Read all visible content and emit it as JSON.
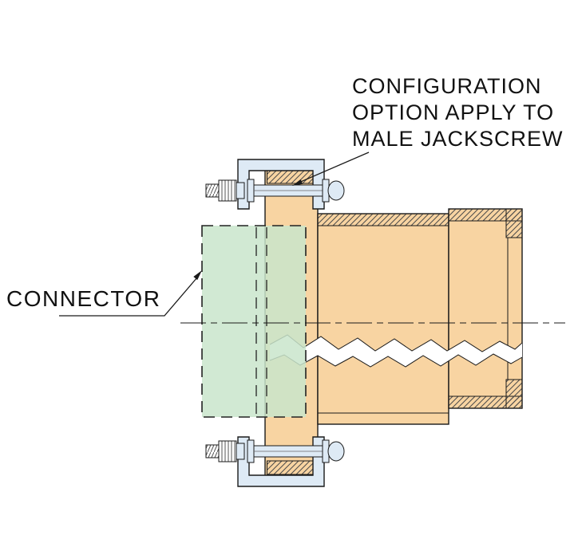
{
  "labels": {
    "configuration_note": {
      "line1": "CONFIGURATION",
      "line2": "OPTION APPLY TO",
      "line3": "MALE JACKSCREW"
    },
    "connector": "CONNECTOR"
  },
  "colors": {
    "background": "#FFFFFF",
    "body_fill": "#F8D4A2",
    "panel_fill": "#C9E5CB",
    "hardware_fill": "#DEEAF5",
    "line": "#1A1A1A"
  }
}
